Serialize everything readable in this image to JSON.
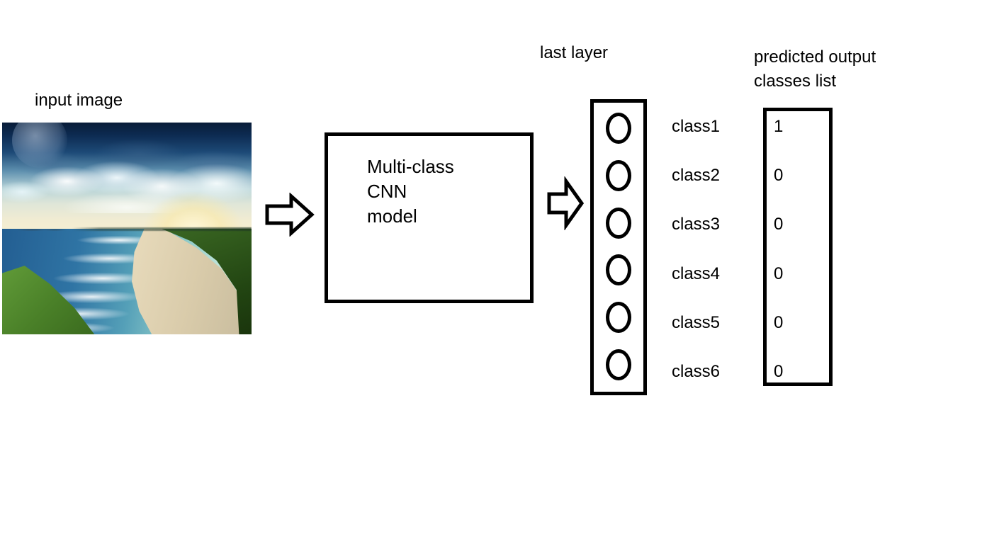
{
  "diagram": {
    "input_label": "input image",
    "input_photo_alt": "aerial photo of a beach coastline with surf, green headland and sunrise sky",
    "model_box_lines": [
      "Multi-class",
      "CNN",
      "model"
    ],
    "last_layer_label": "last layer",
    "output_label_lines": [
      "predicted output",
      "classes list"
    ],
    "rows": [
      {
        "class_label": "class1",
        "value": "1"
      },
      {
        "class_label": "class2",
        "value": "0"
      },
      {
        "class_label": "class3",
        "value": "0"
      },
      {
        "class_label": "class4",
        "value": "0"
      },
      {
        "class_label": "class5",
        "value": "0"
      },
      {
        "class_label": "class6",
        "value": "0"
      }
    ],
    "colors": {
      "ink": "#000000",
      "canvas": "#ffffff"
    }
  }
}
